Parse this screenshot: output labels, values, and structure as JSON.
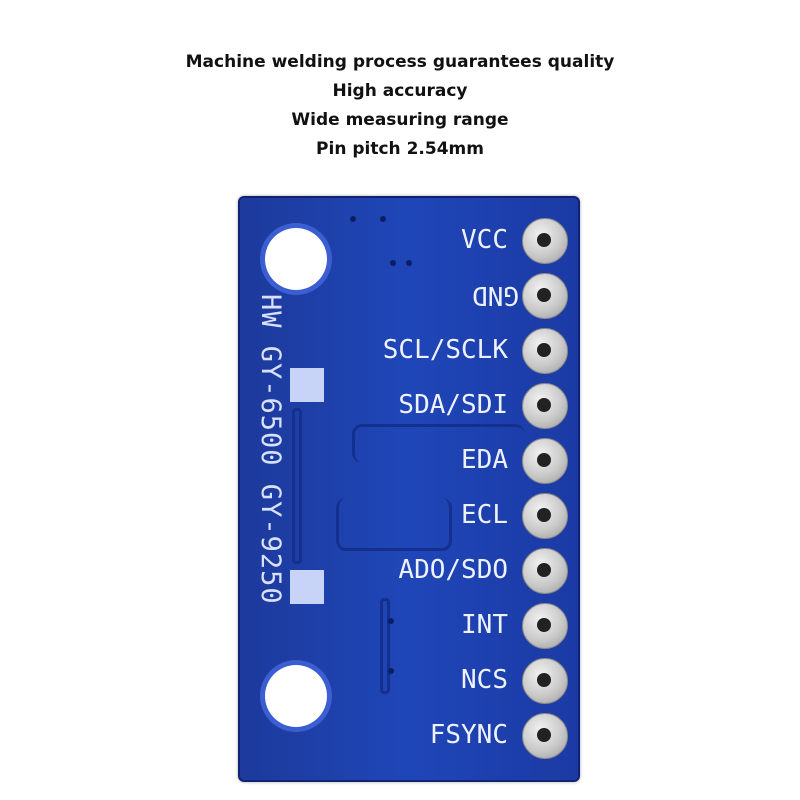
{
  "caption": {
    "lines": [
      "Machine welding process guarantees quality",
      "High accuracy",
      "Wide measuring range",
      "Pin pitch 2.54mm"
    ]
  },
  "board": {
    "color": "#1f46b8",
    "silkscreen": "HW GY-6500 GY-9250",
    "pins": [
      "VCC",
      "GND",
      "SCL/SCLK",
      "SDA/SDI",
      "EDA",
      "ECL",
      "ADO/SDO",
      "INT",
      "NCS",
      "FSYNC"
    ]
  }
}
